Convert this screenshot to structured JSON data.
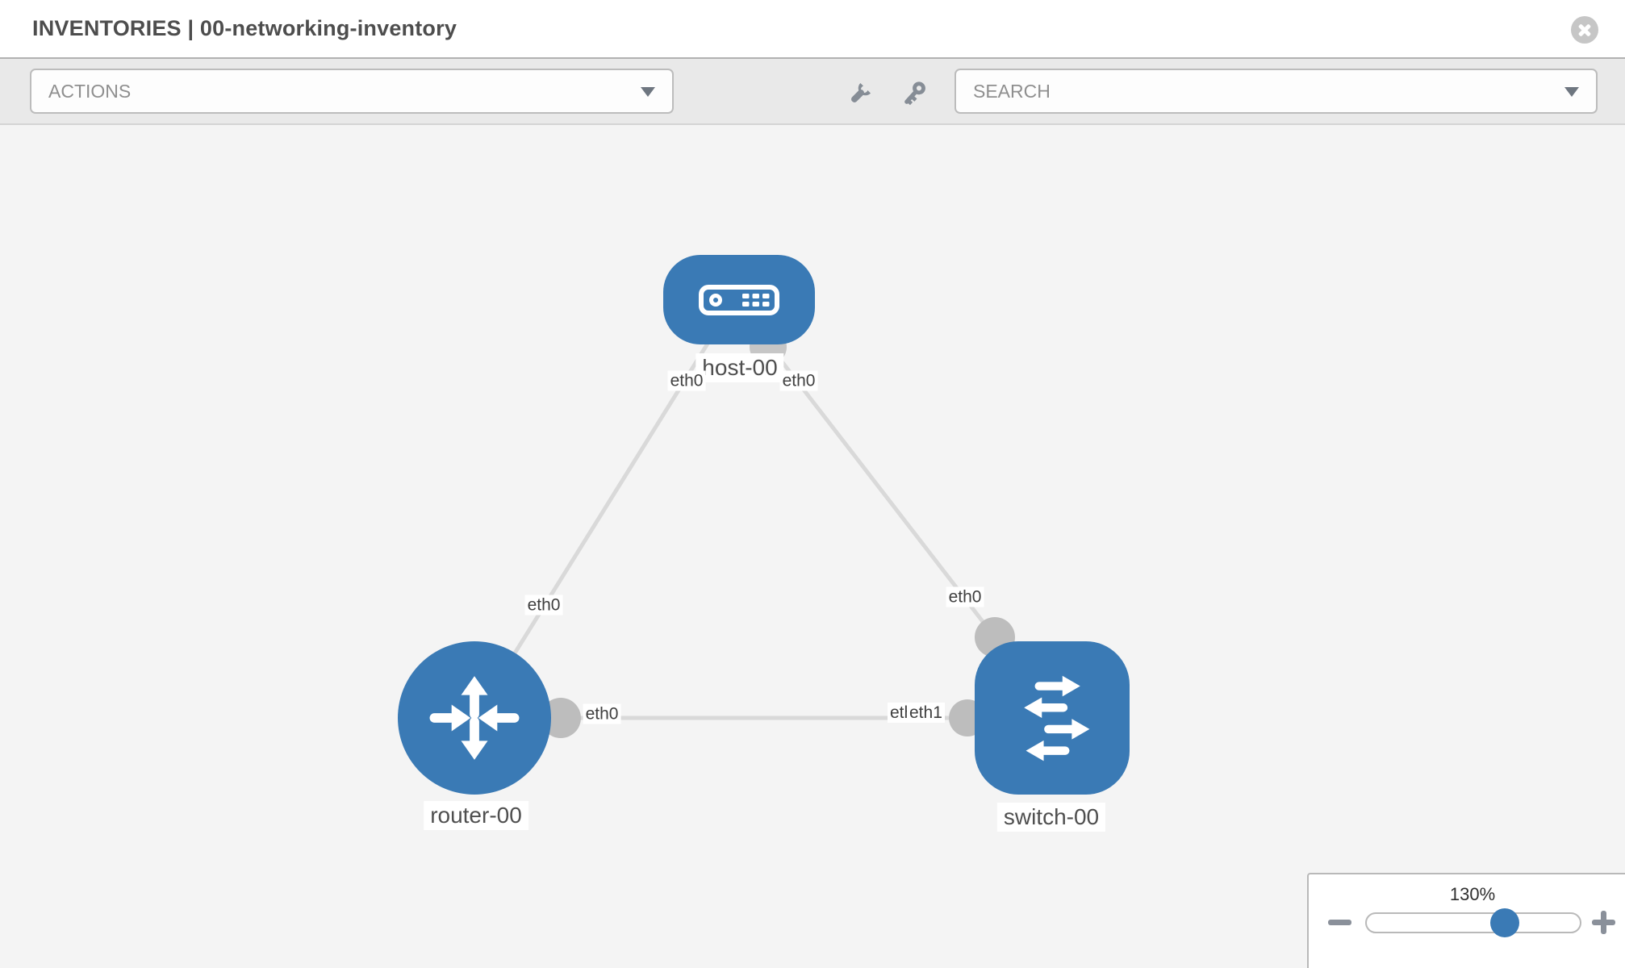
{
  "header": {
    "title": "INVENTORIES | 00-networking-inventory",
    "close_icon": "close-circle-icon"
  },
  "toolbar": {
    "actions_dropdown": {
      "placeholder": "ACTIONS",
      "caret_icon": "chevron-down-icon"
    },
    "wrench_icon": "wrench-icon",
    "key_icon": "key-icon",
    "search_dropdown": {
      "placeholder": "SEARCH",
      "caret_icon": "chevron-down-icon"
    }
  },
  "topology": {
    "nodes": [
      {
        "label": "host-00",
        "type": "host",
        "icon": "server-icon"
      },
      {
        "label": "router-00",
        "type": "router",
        "icon": "router-arrows-icon"
      },
      {
        "label": "switch-00",
        "type": "switch",
        "icon": "switch-arrows-icon"
      }
    ],
    "links": [
      {
        "from": "host-00",
        "to": "router-00",
        "from_iface": "eth0",
        "to_iface": "eth0"
      },
      {
        "from": "host-00",
        "to": "switch-00",
        "from_iface": "eth0",
        "to_iface": "eth0"
      },
      {
        "from": "router-00",
        "to": "switch-00",
        "from_iface": "eth0",
        "to_iface": "eth1"
      }
    ],
    "overlapped_iface_label": "eth0"
  },
  "zoom_control": {
    "level": "130%",
    "zoom_out_icon": "minus-icon",
    "zoom_in_icon": "plus-icon"
  },
  "colors": {
    "node_blue": "#3a7ab5",
    "link_gray": "#d9d9d9",
    "connector_gray": "#bdbdbd",
    "canvas_bg": "#f4f4f4",
    "toolbar_bg": "#e9e9e9"
  }
}
